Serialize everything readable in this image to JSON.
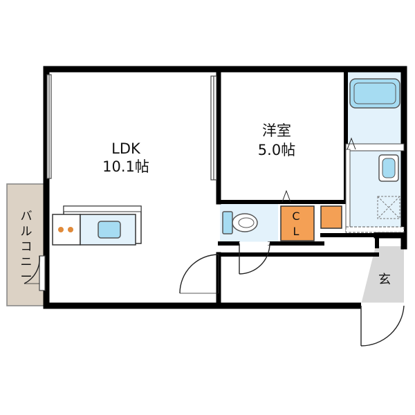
{
  "rooms": {
    "ldk": {
      "name": "LDK",
      "size": "10.1帖"
    },
    "western": {
      "name": "洋室",
      "size": "5.0帖"
    },
    "closet": {
      "line1": "C",
      "line2": "L"
    },
    "entrance": {
      "name": "玄"
    },
    "balcony": {
      "chars": [
        "バ",
        "ル",
        "コ",
        "ニ",
        "ー"
      ]
    }
  },
  "colors": {
    "wall": "#000000",
    "wet_area": "#e3f2fb",
    "fixture": "#a6dcf2",
    "closet": "#f4a055",
    "balcony": "#dcd2c5",
    "entrance": "#d8d8d8",
    "counter": "#f2a05a"
  }
}
